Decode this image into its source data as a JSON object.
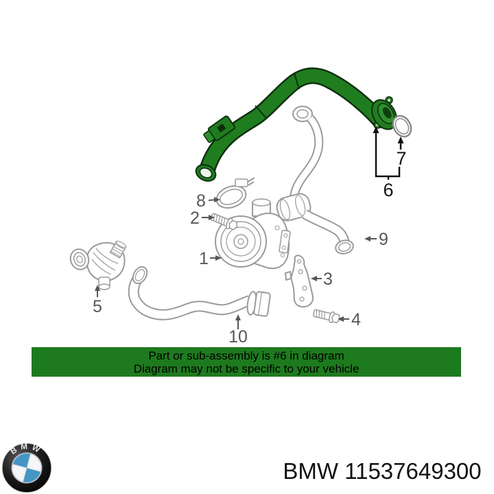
{
  "diagram": {
    "highlight_color": "#1f7d1f",
    "line_color": "#9a9a9a",
    "callout_color": "#57575a",
    "highlight_callout_color": "#121212",
    "labels": {
      "1": "1",
      "2": "2",
      "3": "3",
      "4": "4",
      "5": "5",
      "6": "6",
      "7": "7",
      "8": "8",
      "9": "9",
      "10": "10"
    }
  },
  "banner": {
    "line1": "Part or sub-assembly is #6 in diagram",
    "line2": "Diagram may not be specific to your vehicle",
    "bg_color": "#1e7a1e",
    "text_color": "#000000"
  },
  "footer": {
    "logo_letters": "BMW",
    "logo_blue": "#4595c7",
    "caption": "BMW 11537649300"
  }
}
